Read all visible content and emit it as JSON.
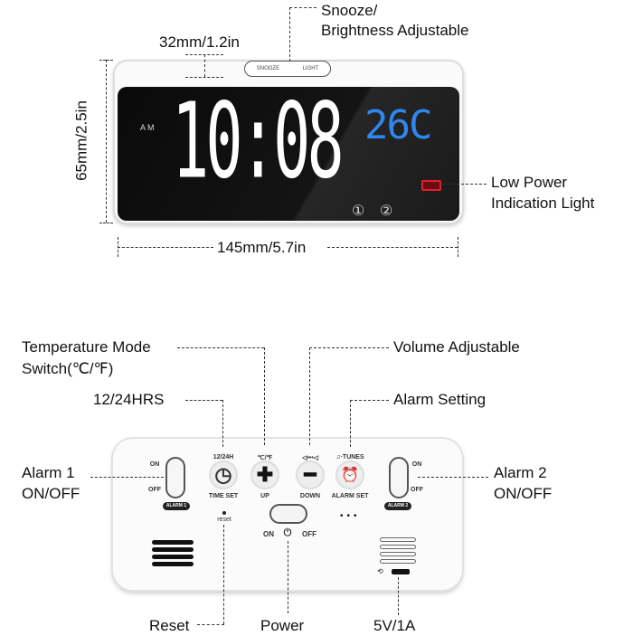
{
  "top": {
    "snooze_label_1": "Snooze/",
    "snooze_label_2": "Brightness Adjustable",
    "depth_label": "32mm/1.2in",
    "height_label": "65mm/2.5in",
    "width_label": "145mm/5.7in",
    "low_power_1": "Low Power",
    "low_power_2": "Indication Light",
    "display": {
      "time": "10:08",
      "ampm": "AM",
      "temperature": "26C",
      "alarm1": "①",
      "alarm2": "②"
    },
    "button_snooze": "SNOOZE",
    "button_light": "LIGHT"
  },
  "bottom": {
    "temp_mode_1": "Temperature Mode",
    "temp_mode_2": "Switch(℃/℉)",
    "hrs": "12/24HRS",
    "volume": "Volume Adjustable",
    "alarm_setting": "Alarm Setting",
    "alarm1_1": "Alarm 1",
    "alarm1_2": "ON/OFF",
    "alarm2_1": "Alarm 2",
    "alarm2_2": "ON/OFF",
    "reset": "Reset",
    "power": "Power",
    "usb": "5V/1A",
    "buttons": [
      {
        "top": "12/24H",
        "bottom": "TIME SET",
        "glyph": "◷"
      },
      {
        "top": "℃/℉",
        "bottom": "UP",
        "glyph": "✚"
      },
      {
        "top": "◁•••◁",
        "bottom": "DOWN",
        "glyph": "━"
      },
      {
        "top": "♫·TUNES",
        "bottom": "ALARM SET",
        "glyph": "⏰"
      }
    ],
    "on": "ON",
    "off": "OFF",
    "alarm1_badge": "ALARM 1",
    "alarm2_badge": "ALARM 2",
    "reset_small": "reset",
    "power_on": "ON",
    "power_off": "OFF",
    "power_glyph": "⏻"
  },
  "colors": {
    "temperature": "#2f86ee",
    "low_power": "#e0202c"
  }
}
